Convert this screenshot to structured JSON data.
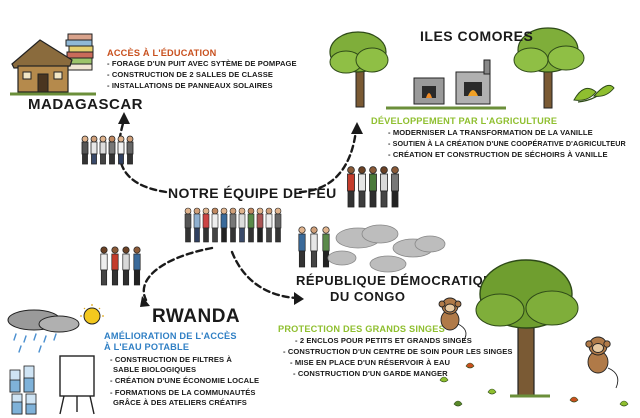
{
  "hub_title": "NOTRE ÉQUIPE DE FEU",
  "colors": {
    "orange": "#c8501e",
    "green": "#8fbf2f",
    "blue": "#2f7fc4",
    "ink": "#1a1a1a"
  },
  "madagascar": {
    "title": "MADAGASCAR",
    "heading": "ACCÈS À L'ÉDUCATION",
    "items": [
      "- FORAGE D'UN PUIT AVEC SYTÈME DE POMPAGE",
      "- CONSTRUCTION DE 2 SALLES DE CLASSE",
      "- INSTALLATIONS DE PANNEAUX SOLAIRES"
    ]
  },
  "comores": {
    "title": "ILES COMORES",
    "heading": "DÉVELOPPEMENT PAR L'AGRICULTURE",
    "items": [
      "- MODERNISER LA TRANSFORMATION DE LA VANILLE",
      "- SOUTIEN À LA CRÉATION D'UNE COOPÉRATIVE D'AGRICULTEUR",
      "- CRÉATION ET CONSTRUCTION DE SÉCHOIRS À VANILLE"
    ]
  },
  "rwanda": {
    "title": "RWANDA",
    "heading_lines": [
      "AMÉLIORATION DE L'ACCÈS",
      "À L'EAU POTABLE"
    ],
    "items": [
      "- CONSTRUCTION DE FILTRES À",
      "SABLE BIOLOGIQUES",
      "- CRÉATION D'UNE ÉCONOMIE LOCALE",
      "- FORMATIONS DE LA COMMUNAUTÉS",
      "GRÂCE À DES ATELIERS CRÉATIFS"
    ]
  },
  "congo": {
    "title_lines": [
      "RÉPUBLIQUE DÉMOCRATIQUE",
      "DU CONGO"
    ],
    "heading": "PROTECTION DES GRANDS SINGES",
    "items": [
      "- 2 ENCLOS POUR PETITS ET GRANDS SINGES",
      "- CONSTRUCTION D'UN CENTRE DE SOIN POUR LES SINGES",
      "- MISE EN PLACE D'UN RÉSERVOIR À EAU",
      "- CONSTRUCTION D'UN GARDE MANGER"
    ]
  }
}
